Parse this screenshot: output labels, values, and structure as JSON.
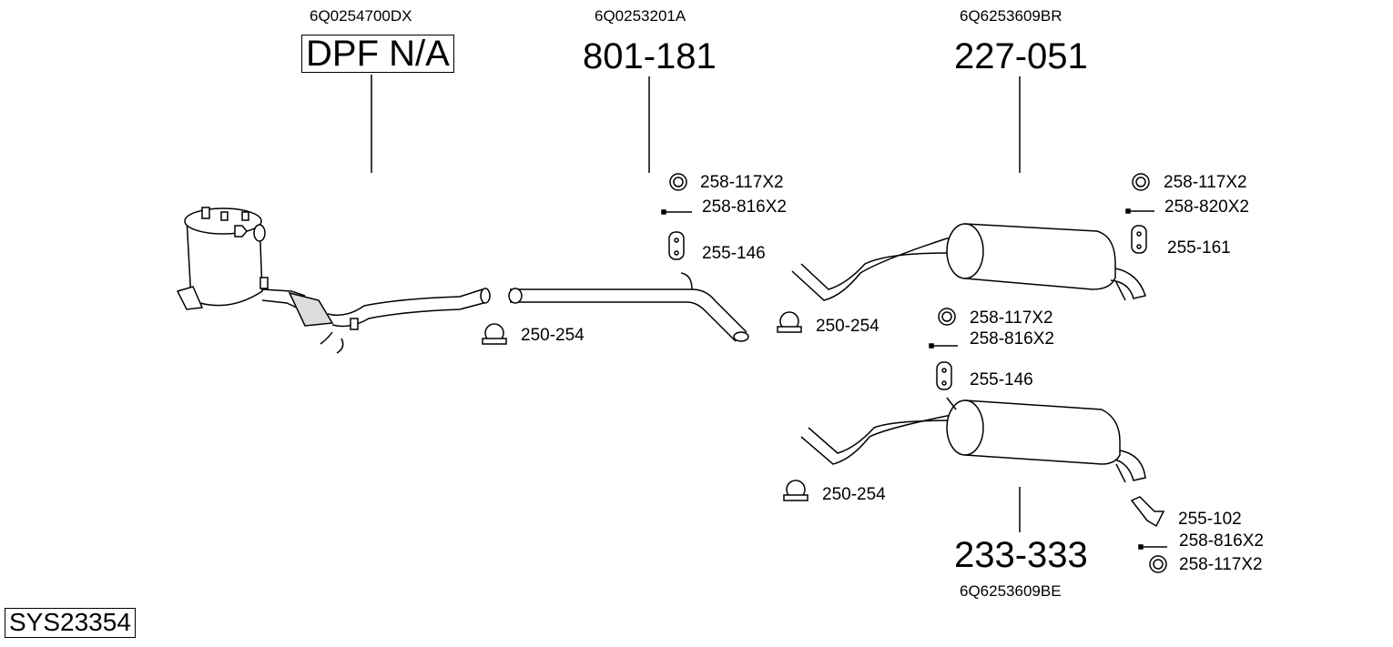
{
  "system_id": "SYS23354",
  "parts": [
    {
      "oem": "6Q0254700DX",
      "code": "DPF N/A",
      "name": "diesel-particulate-filter"
    },
    {
      "oem": "6Q0253201A",
      "code": "801-181",
      "name": "middle-pipe"
    },
    {
      "oem": "6Q6253609BR",
      "code": "227-051",
      "name": "rear-silencer-upper"
    },
    {
      "oem": "6Q6253609BE",
      "code": "233-333",
      "name": "rear-silencer-lower"
    }
  ],
  "accessories": {
    "clamp1": "250-254",
    "mid": {
      "ring": "258-117X2",
      "bolt": "258-816X2",
      "hanger": "255-146"
    },
    "clamp2": "250-254",
    "upper_rear": {
      "ring": "258-117X2",
      "bolt": "258-820X2",
      "hanger": "255-161"
    },
    "lower_front": {
      "ring": "258-117X2",
      "bolt": "258-816X2",
      "hanger": "255-146"
    },
    "clamp3": "250-254",
    "lower_rear": {
      "bracket": "255-102",
      "bolt": "258-816X2",
      "ring": "258-117X2"
    }
  }
}
